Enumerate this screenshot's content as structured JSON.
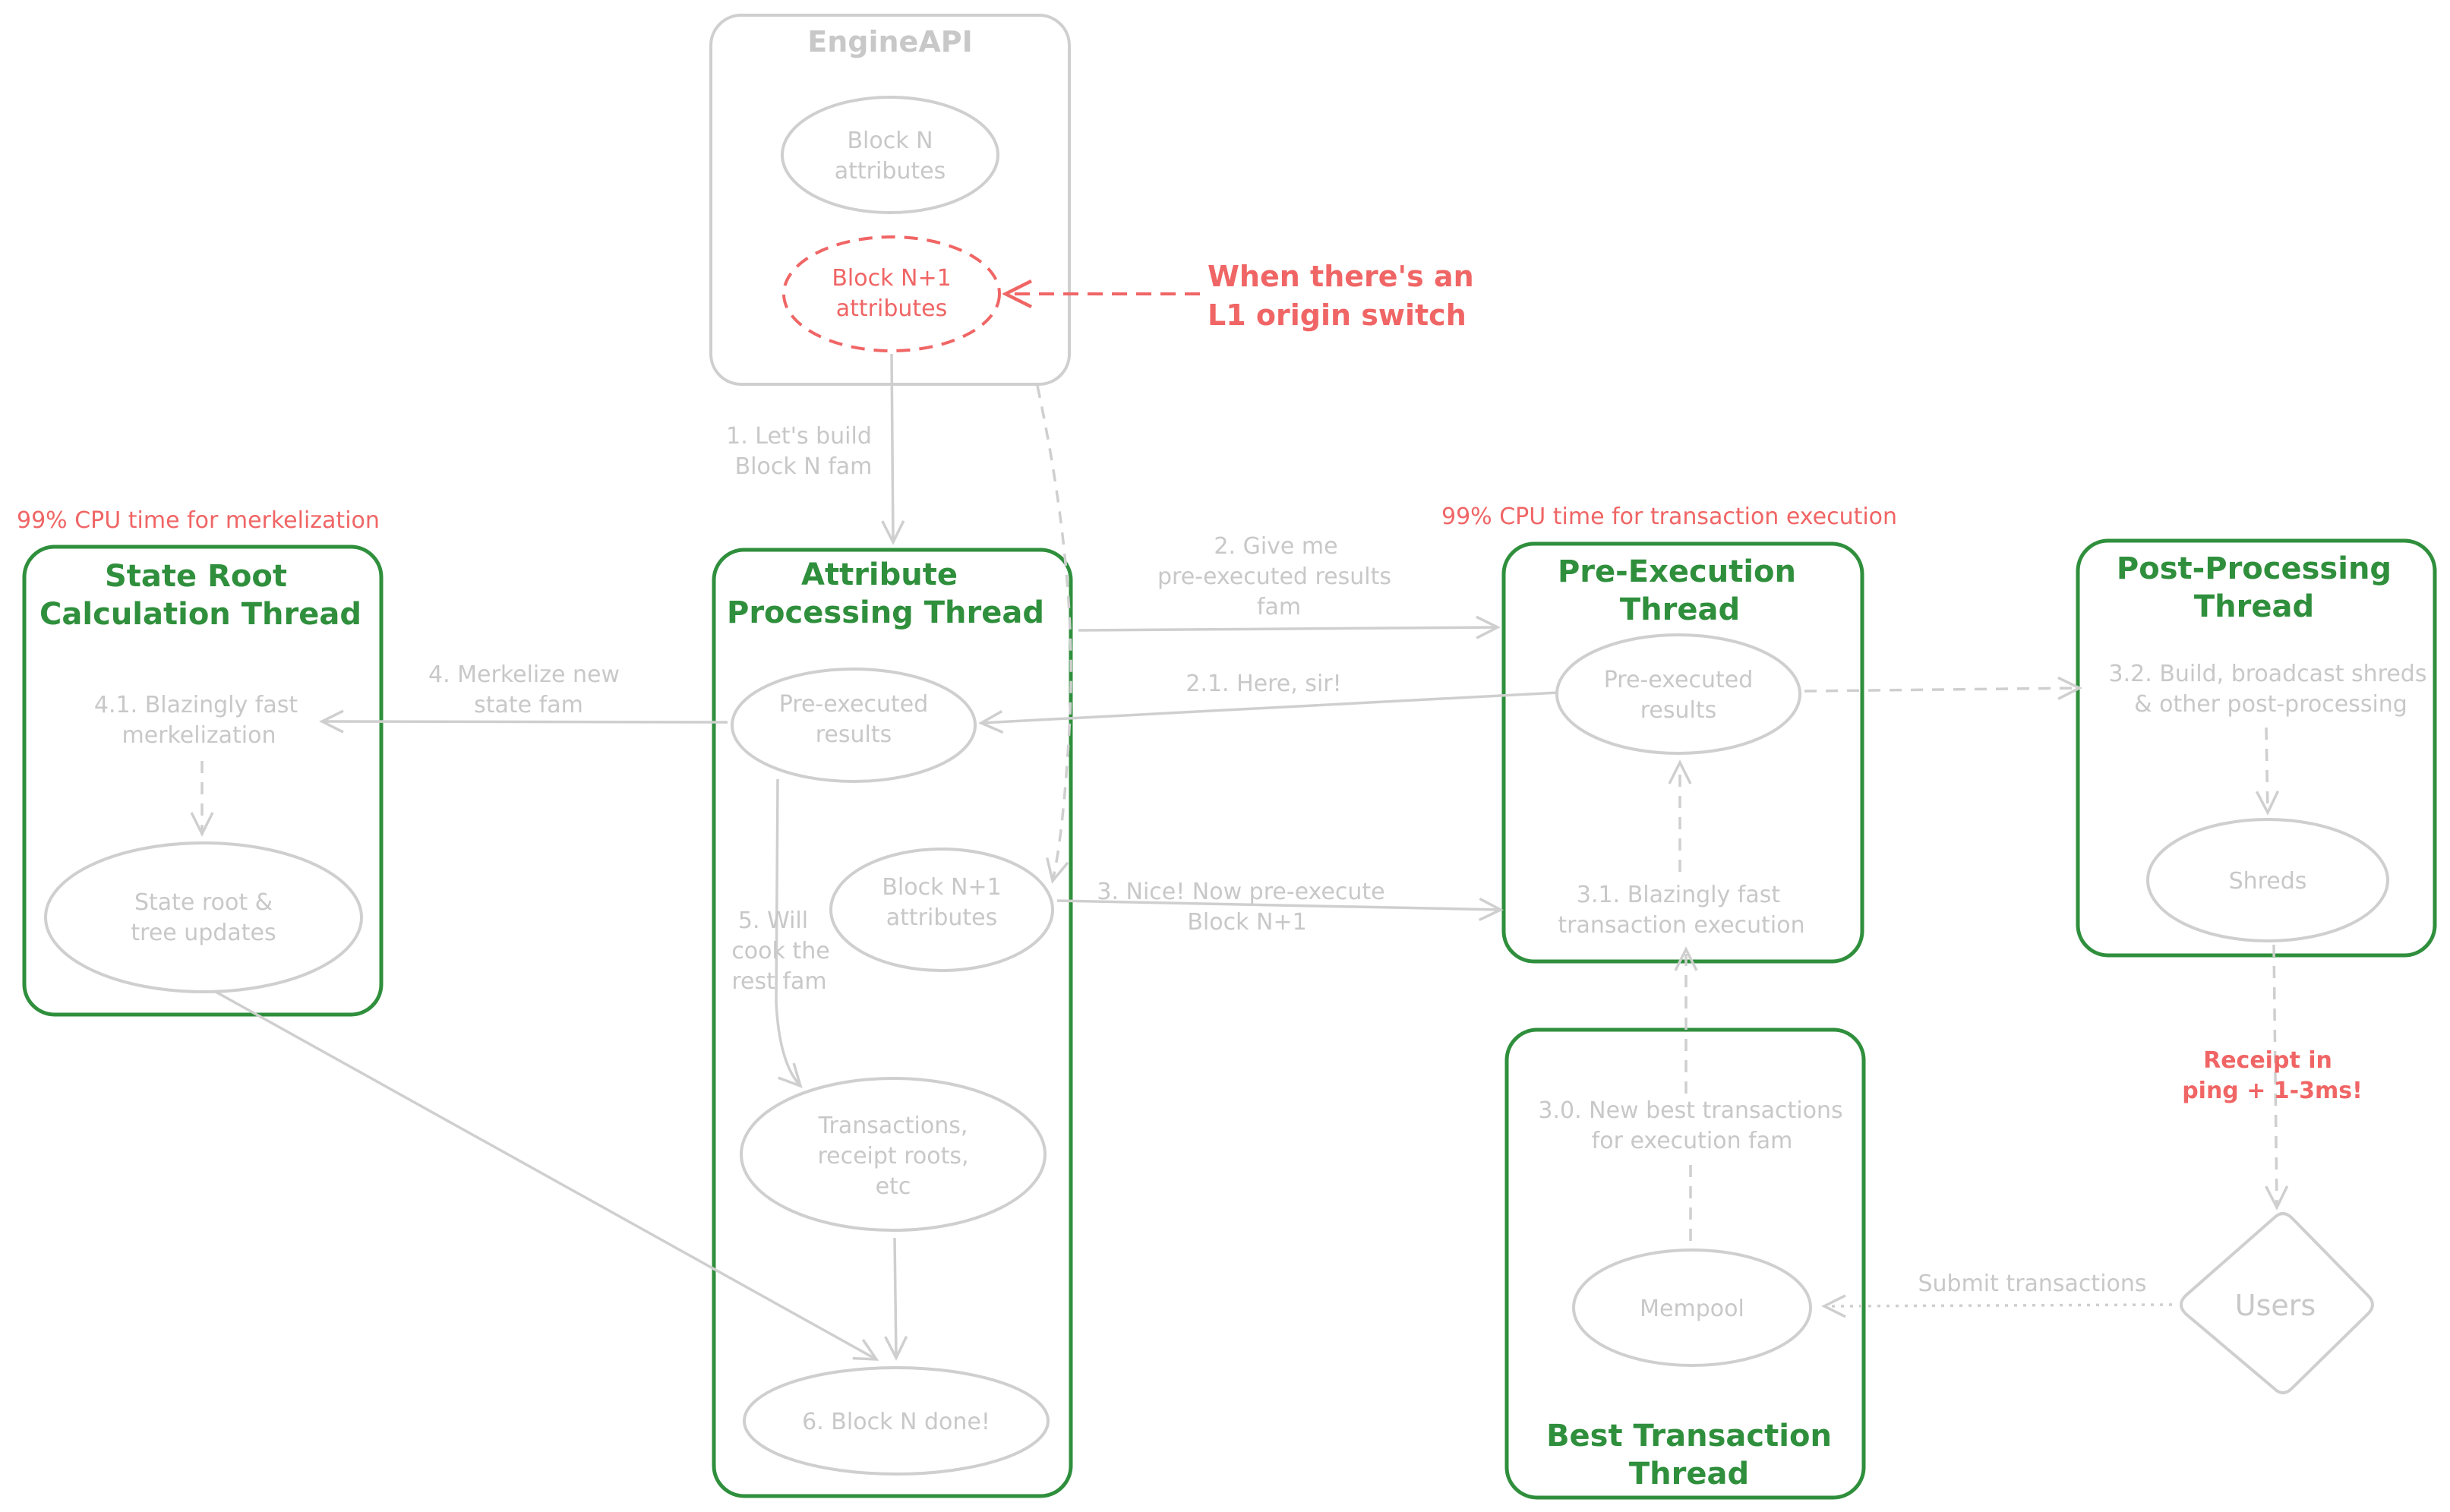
{
  "engine_api": {
    "title": "EngineAPI",
    "block_n": [
      "Block N",
      "attributes"
    ],
    "block_n1": [
      "Block N+1",
      "attributes"
    ]
  },
  "l1_note": [
    "When there's an",
    "L1 origin switch"
  ],
  "cpu_notes": {
    "merkelization": "99% CPU time for merkelization",
    "execution": "99% CPU time for transaction execution"
  },
  "threads": {
    "state_root": {
      "title": [
        "State Root",
        "Calculation Thread"
      ],
      "merkelization": [
        "4.1. Blazingly fast",
        "merkelization"
      ],
      "updates": [
        "State root &",
        "tree updates"
      ]
    },
    "attribute": {
      "title": [
        "Attribute",
        "Processing Thread"
      ],
      "pre_executed": [
        "Pre-executed",
        "results"
      ],
      "block_n1": [
        "Block N+1",
        "attributes"
      ],
      "transactions": [
        "Transactions,",
        "receipt roots,",
        "etc"
      ],
      "done": "6. Block N done!"
    },
    "pre_execution": {
      "title": [
        "Pre-Execution",
        "Thread"
      ],
      "results": [
        "Pre-executed",
        "results"
      ],
      "fast_exec": [
        "3.1. Blazingly fast",
        "transaction execution"
      ]
    },
    "post_processing": {
      "title": [
        "Post-Processing",
        "Thread"
      ],
      "build": [
        "3.2. Build, broadcast shreds",
        "& other post-processing"
      ],
      "shreds": "Shreds"
    },
    "best_tx": {
      "title": [
        "Best Transaction",
        "Thread"
      ],
      "new_best": [
        "3.0. New best transactions",
        "for execution fam"
      ],
      "mempool": "Mempool"
    }
  },
  "edges": {
    "lets_build": [
      "1. Let's build",
      "Block N fam"
    ],
    "give_me": [
      "2. Give me",
      "pre-executed results",
      "fam"
    ],
    "here_sir": "2.1. Here, sir!",
    "merkelize": [
      "4. Merkelize new",
      "state fam"
    ],
    "nice_now": [
      "3. Nice! Now pre-execute",
      "Block N+1"
    ],
    "will_cook": [
      "5. Will",
      "cook the",
      "rest fam"
    ],
    "submit": "Submit transactions",
    "receipt": [
      "Receipt in",
      "ping + 1-3ms!"
    ]
  },
  "users": "Users",
  "colors": {
    "green": "#2f8f3c",
    "red": "#f06565",
    "grey": "#cfcfcf"
  }
}
